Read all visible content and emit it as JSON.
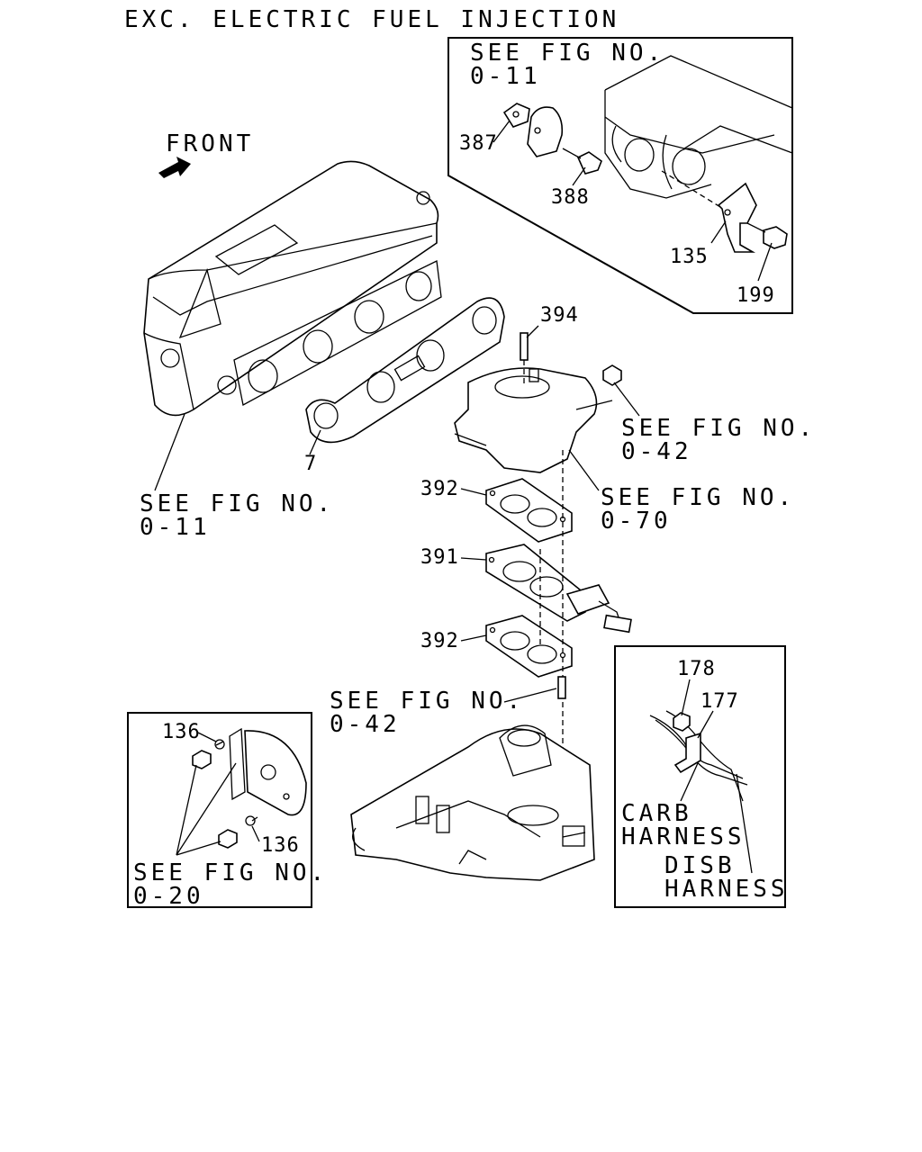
{
  "title": "EXC. ELECTRIC FUEL INJECTION",
  "front_label": "FRONT",
  "refs": {
    "fig_0_11_top_a": "SEE FIG NO.",
    "fig_0_11_top_b": "0-11",
    "fig_0_11_left_a": "SEE FIG NO.",
    "fig_0_11_left_b": "0-11",
    "fig_0_42_right_a": "SEE FIG NO.",
    "fig_0_42_right_b": "0-42",
    "fig_0_70_a": "SEE FIG NO.",
    "fig_0_70_b": "0-70",
    "fig_0_42_mid_a": "SEE FIG NO.",
    "fig_0_42_mid_b": "0-42",
    "fig_0_20_a": "SEE FIG NO.",
    "fig_0_20_b": "0-20"
  },
  "parts": {
    "p387": "387",
    "p388": "388",
    "p135": "135",
    "p199": "199",
    "p394": "394",
    "p7": "7",
    "p392_top": "392",
    "p391": "391",
    "p392_bottom": "392",
    "p178": "178",
    "p177": "177",
    "p136_top": "136",
    "p136_bottom": "136"
  },
  "harness": {
    "carb_a": "CARB",
    "carb_b": "HARNESS",
    "disb_a": "DISB",
    "disb_b": "HARNESS"
  }
}
